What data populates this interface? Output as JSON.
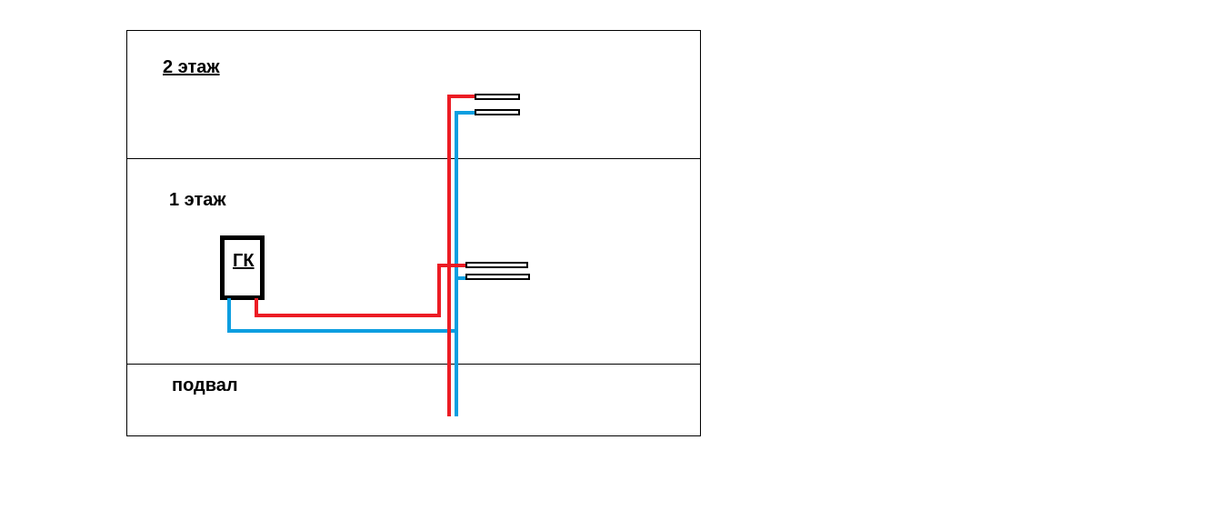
{
  "floors": {
    "second": {
      "label": "2 этаж"
    },
    "first": {
      "label": "1 этаж"
    },
    "basement": {
      "label": "подвал"
    }
  },
  "boiler": {
    "label": "ГК"
  },
  "colors": {
    "supply": "#ec1c24",
    "return": "#0c9ee0",
    "outline": "#000000",
    "background": "#ffffff"
  }
}
